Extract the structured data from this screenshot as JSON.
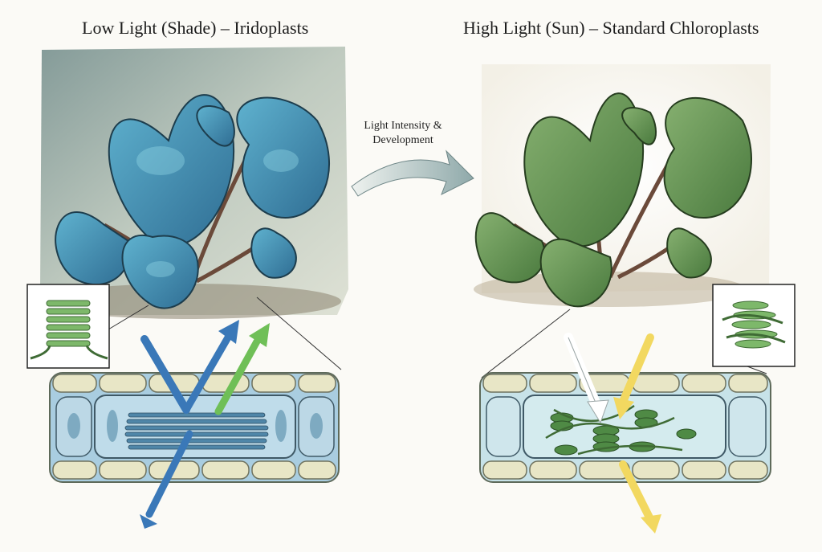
{
  "titles": {
    "left": "Low Light (Shade) – Iridoplasts",
    "right": "High Light (Sun) – Standard Chloroplasts"
  },
  "center_arrow": {
    "line1": "Light Intensity &",
    "line2": "Development"
  },
  "colors": {
    "shade_leaf": "#3f8fb0",
    "sun_leaf": "#5f9150",
    "cell_wall": "#e8e6c6",
    "cell_fill_left": "#a9cde0",
    "cell_fill_right": "#c7e2e8",
    "thylakoid_left": "#4f86a8",
    "thylakoid_right": "#4f8a45",
    "arrow_blue": "#3a78b8",
    "arrow_green": "#5fae4a",
    "arrow_yellow": "#f2d860"
  }
}
